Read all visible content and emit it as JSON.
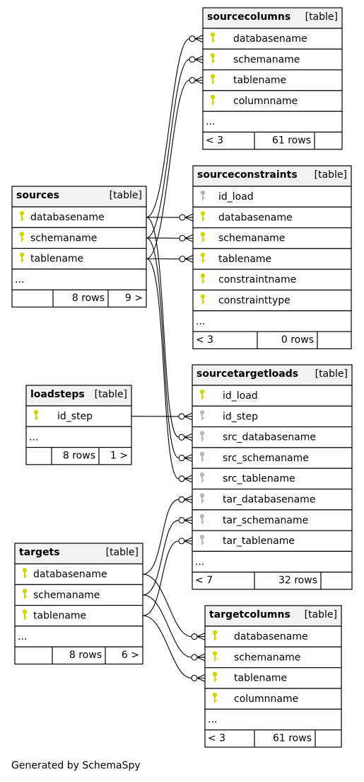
{
  "tables": [
    {
      "name": "sourcecolumns",
      "type_label": "[table]",
      "columns": [
        {
          "name": "databasename",
          "key": "yellow"
        },
        {
          "name": "schemaname",
          "key": "yellow"
        },
        {
          "name": "tablename",
          "key": "yellow"
        },
        {
          "name": "columnname",
          "key": "yellow"
        }
      ],
      "more": "...",
      "footer": {
        "parents": "< 3",
        "rows": "61 rows",
        "children": ""
      }
    },
    {
      "name": "sourceconstraints",
      "type_label": "[table]",
      "columns": [
        {
          "name": "id_load",
          "key": "gray"
        },
        {
          "name": "databasename",
          "key": "yellow"
        },
        {
          "name": "schemaname",
          "key": "yellow"
        },
        {
          "name": "tablename",
          "key": "yellow"
        },
        {
          "name": "constraintname",
          "key": "yellow"
        },
        {
          "name": "constrainttype",
          "key": "yellow"
        }
      ],
      "more": "...",
      "footer": {
        "parents": "< 3",
        "rows": "0 rows",
        "children": ""
      }
    },
    {
      "name": "sources",
      "type_label": "[table]",
      "columns": [
        {
          "name": "databasename",
          "key": "yellow"
        },
        {
          "name": "schemaname",
          "key": "yellow"
        },
        {
          "name": "tablename",
          "key": "yellow"
        }
      ],
      "more": "...",
      "footer": {
        "parents": "",
        "rows": "8 rows",
        "children": "9 >"
      }
    },
    {
      "name": "loadsteps",
      "type_label": "[table]",
      "columns": [
        {
          "name": "id_step",
          "key": "yellow"
        }
      ],
      "more": "...",
      "footer": {
        "parents": "",
        "rows": "8 rows",
        "children": "1 >"
      }
    },
    {
      "name": "sourcetargetloads",
      "type_label": "[table]",
      "columns": [
        {
          "name": "id_load",
          "key": "yellow"
        },
        {
          "name": "id_step",
          "key": "gray"
        },
        {
          "name": "src_databasename",
          "key": "gray"
        },
        {
          "name": "src_schemaname",
          "key": "gray"
        },
        {
          "name": "src_tablename",
          "key": "gray"
        },
        {
          "name": "tar_databasename",
          "key": "gray"
        },
        {
          "name": "tar_schemaname",
          "key": "gray"
        },
        {
          "name": "tar_tablename",
          "key": "gray"
        }
      ],
      "more": "...",
      "footer": {
        "parents": "< 7",
        "rows": "32 rows",
        "children": ""
      }
    },
    {
      "name": "targets",
      "type_label": "[table]",
      "columns": [
        {
          "name": "databasename",
          "key": "yellow"
        },
        {
          "name": "schemaname",
          "key": "yellow"
        },
        {
          "name": "tablename",
          "key": "yellow"
        }
      ],
      "more": "...",
      "footer": {
        "parents": "",
        "rows": "8 rows",
        "children": "6 >"
      }
    },
    {
      "name": "targetcolumns",
      "type_label": "[table]",
      "columns": [
        {
          "name": "databasename",
          "key": "yellow"
        },
        {
          "name": "schemaname",
          "key": "yellow"
        },
        {
          "name": "tablename",
          "key": "yellow"
        },
        {
          "name": "columnname",
          "key": "yellow"
        }
      ],
      "more": "...",
      "footer": {
        "parents": "< 3",
        "rows": "61 rows",
        "children": ""
      }
    }
  ],
  "relations": [
    {
      "from": "sources.databasename",
      "to": "sourcecolumns.databasename"
    },
    {
      "from": "sources.schemaname",
      "to": "sourcecolumns.schemaname"
    },
    {
      "from": "sources.tablename",
      "to": "sourcecolumns.tablename"
    },
    {
      "from": "sources.databasename",
      "to": "sourceconstraints.databasename"
    },
    {
      "from": "sources.schemaname",
      "to": "sourceconstraints.schemaname"
    },
    {
      "from": "sources.tablename",
      "to": "sourceconstraints.tablename"
    },
    {
      "from": "sources.databasename",
      "to": "sourcetargetloads.src_databasename"
    },
    {
      "from": "sources.schemaname",
      "to": "sourcetargetloads.src_schemaname"
    },
    {
      "from": "sources.tablename",
      "to": "sourcetargetloads.src_tablename"
    },
    {
      "from": "loadsteps.id_step",
      "to": "sourcetargetloads.id_step"
    },
    {
      "from": "targets.databasename",
      "to": "sourcetargetloads.tar_databasename"
    },
    {
      "from": "targets.schemaname",
      "to": "sourcetargetloads.tar_schemaname"
    },
    {
      "from": "targets.tablename",
      "to": "sourcetargetloads.tar_tablename"
    },
    {
      "from": "targets.databasename",
      "to": "targetcolumns.databasename"
    },
    {
      "from": "targets.schemaname",
      "to": "targetcolumns.schemaname"
    },
    {
      "from": "targets.tablename",
      "to": "targetcolumns.tablename"
    }
  ],
  "colors": {
    "header_bg": "#f2f2f2",
    "border": "#000000",
    "key_yellow": "#d4d400",
    "key_gray": "#b8b8b8"
  },
  "footer_text": "Generated by SchemaSpy"
}
